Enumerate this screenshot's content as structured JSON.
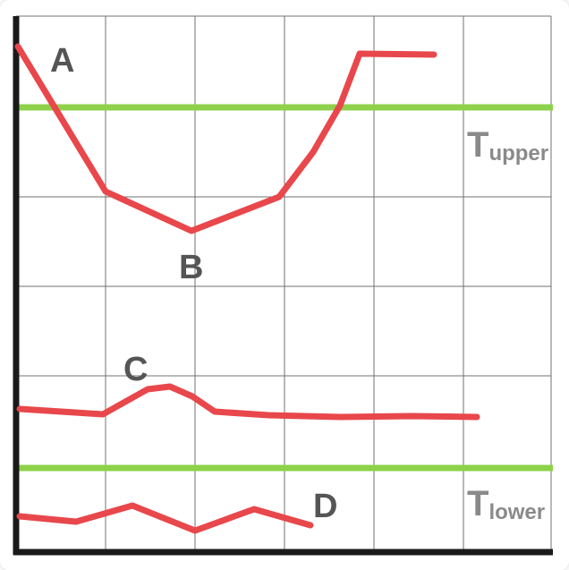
{
  "colors": {
    "grid": "#444444",
    "threshold": "#8ed14b",
    "curve": "#e8474b",
    "axis": "#1a1a1a",
    "label": "#555555",
    "threshold_label": "#8a8a8a"
  },
  "curve_labels": {
    "a": "A",
    "b": "B",
    "c": "C",
    "d": "D"
  },
  "thresholds": {
    "upper": {
      "main": "T",
      "sub": "upper"
    },
    "lower": {
      "main": "T",
      "sub": "lower"
    }
  }
}
